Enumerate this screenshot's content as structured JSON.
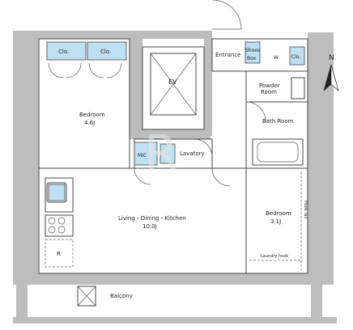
{
  "rooms": {
    "bedroom_main": {
      "name": "Bedroom",
      "size": "4.6J"
    },
    "bedroom_second": {
      "name": "Bedroom",
      "size": "3.1J"
    },
    "living": {
      "name": "Living・Dining・Kitchen",
      "size": "10.0J"
    },
    "ev": "EV",
    "entrance": "Entrance",
    "shoes_box": [
      "Shoes",
      "Box"
    ],
    "washer": "W",
    "closet_small": "Clo.",
    "powder_room": [
      "Powder",
      "Room"
    ],
    "bath_room": "Bath Room",
    "lavatory": "Lavatory",
    "mic": "MIC",
    "balcony": "Balcony",
    "refrigerator": "R",
    "laundry_hook": "Laundry hook",
    "hook_rail": "Hook rail"
  },
  "closets": [
    "Clo.",
    "Clo."
  ],
  "compass": {
    "north": "N"
  },
  "watermark": "R",
  "colors": {
    "wall": "#bdbdbd",
    "closet": "#bfe0f2",
    "line": "#444444"
  }
}
